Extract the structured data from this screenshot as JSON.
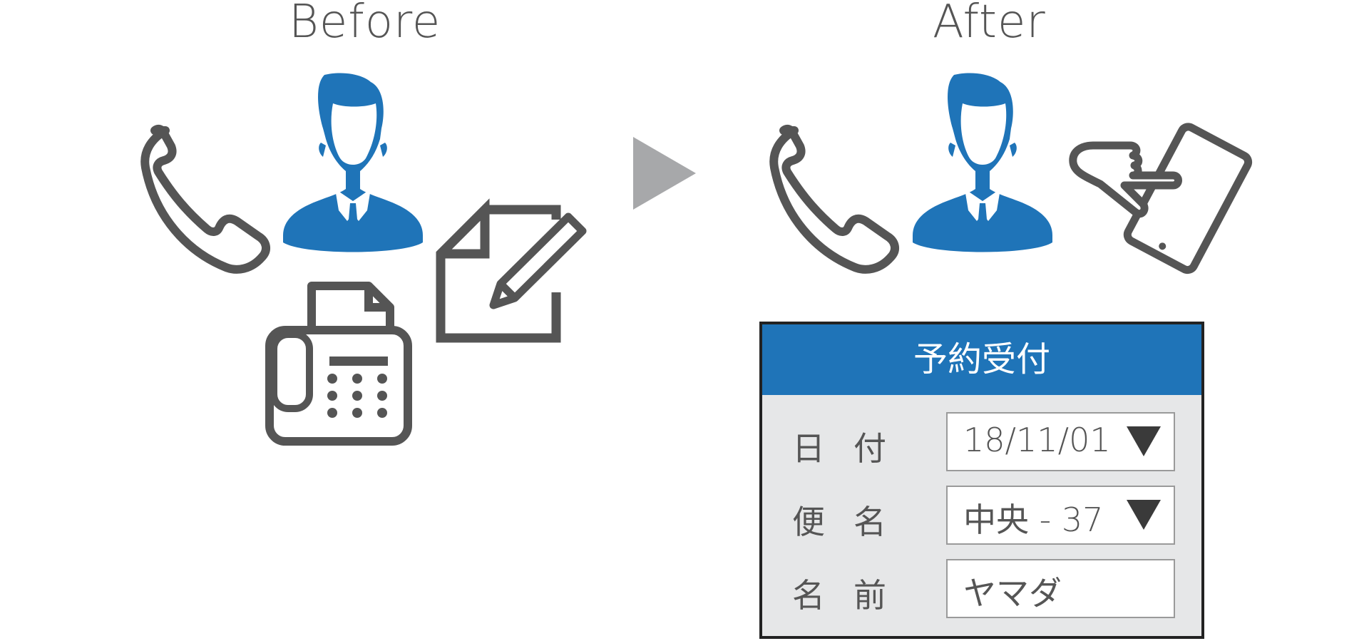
{
  "headings": {
    "before": "Before",
    "after": "After"
  },
  "icons": {
    "before": [
      "phone-icon",
      "businessman-icon",
      "fax-icon",
      "document-pen-icon"
    ],
    "after": [
      "phone-icon",
      "businessman-icon",
      "tablet-touch-icon"
    ],
    "transition": "arrow-right-icon"
  },
  "colors": {
    "accent": "#1f74b8",
    "icon_gray": "#555555",
    "arrow_gray": "#a7a8aa",
    "panel_bg": "#e6e7e8"
  },
  "form": {
    "title": "予約受付",
    "rows": [
      {
        "label": "日付",
        "value": "18/11/01",
        "dropdown": true
      },
      {
        "label": "便名",
        "value": "中央 - 37",
        "dropdown": true
      },
      {
        "label": "名前",
        "value": "ヤマダ",
        "dropdown": false
      }
    ]
  }
}
